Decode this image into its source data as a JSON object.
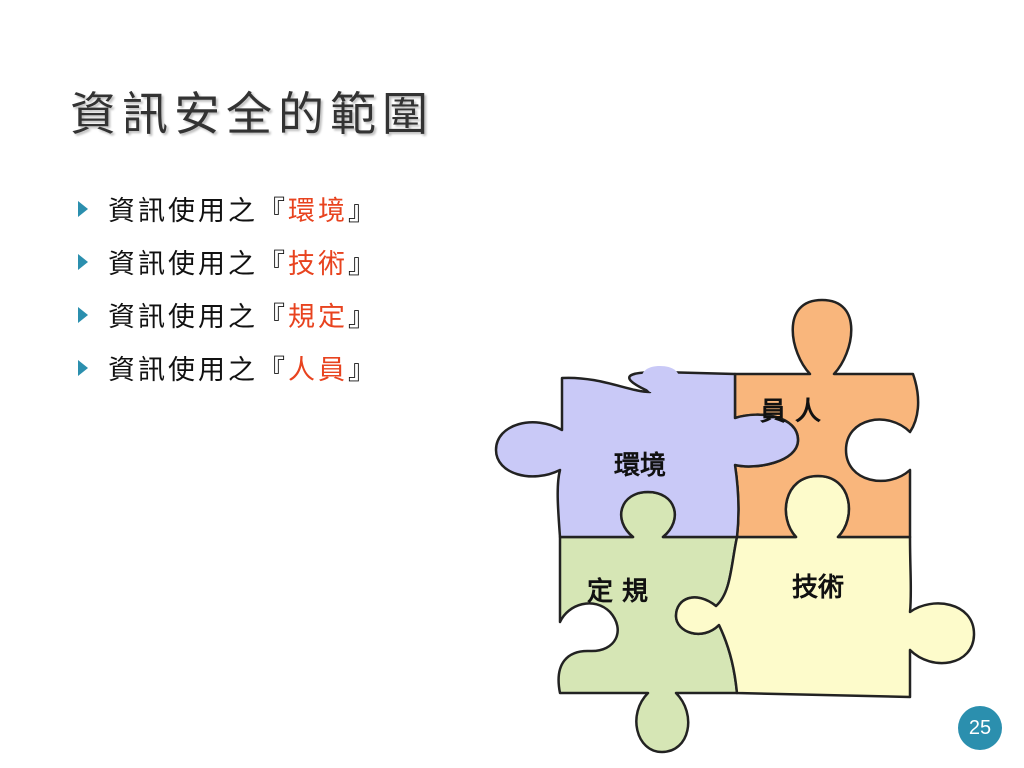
{
  "title": "資訊安全的範圍",
  "bullets": [
    {
      "prefix": "資訊使用之『",
      "highlight": "環境",
      "suffix": "』"
    },
    {
      "prefix": "資訊使用之『",
      "highlight": "技術",
      "suffix": "』"
    },
    {
      "prefix": "資訊使用之『",
      "highlight": "規定",
      "suffix": "』"
    },
    {
      "prefix": "資訊使用之『",
      "highlight": "人員",
      "suffix": "』"
    }
  ],
  "puzzle": {
    "environment": {
      "label": "環境",
      "color": "#c9c9f7"
    },
    "people": {
      "label": "員 人",
      "color": "#f9b67c"
    },
    "rules": {
      "label": "定 規",
      "color": "#d6e6b5"
    },
    "technology": {
      "label": "技術",
      "color": "#fdfbcb"
    }
  },
  "colors": {
    "accent": "#2b8fae",
    "highlight": "#e8431f"
  },
  "page_number": "25"
}
